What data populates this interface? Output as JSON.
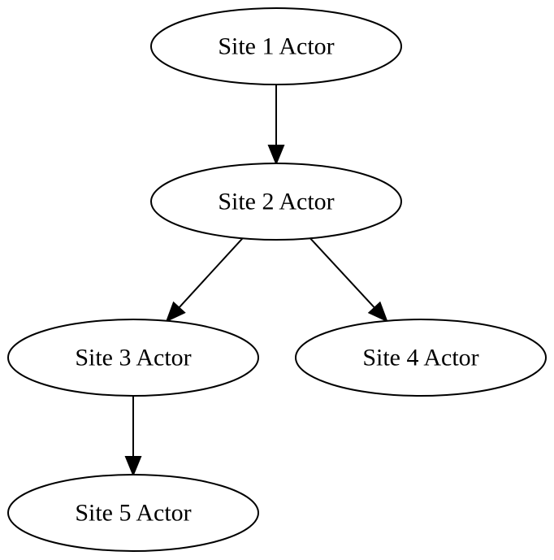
{
  "diagram": {
    "type": "directed-graph",
    "nodes": [
      {
        "id": "n1",
        "label": "Site 1 Actor"
      },
      {
        "id": "n2",
        "label": "Site 2 Actor"
      },
      {
        "id": "n3",
        "label": "Site 3 Actor"
      },
      {
        "id": "n4",
        "label": "Site 4 Actor"
      },
      {
        "id": "n5",
        "label": "Site 5 Actor"
      }
    ],
    "edges": [
      {
        "from": "n1",
        "to": "n2"
      },
      {
        "from": "n2",
        "to": "n3"
      },
      {
        "from": "n2",
        "to": "n4"
      },
      {
        "from": "n3",
        "to": "n5"
      }
    ],
    "colors": {
      "stroke": "#000000",
      "fill": "#ffffff",
      "text": "#000000"
    }
  }
}
